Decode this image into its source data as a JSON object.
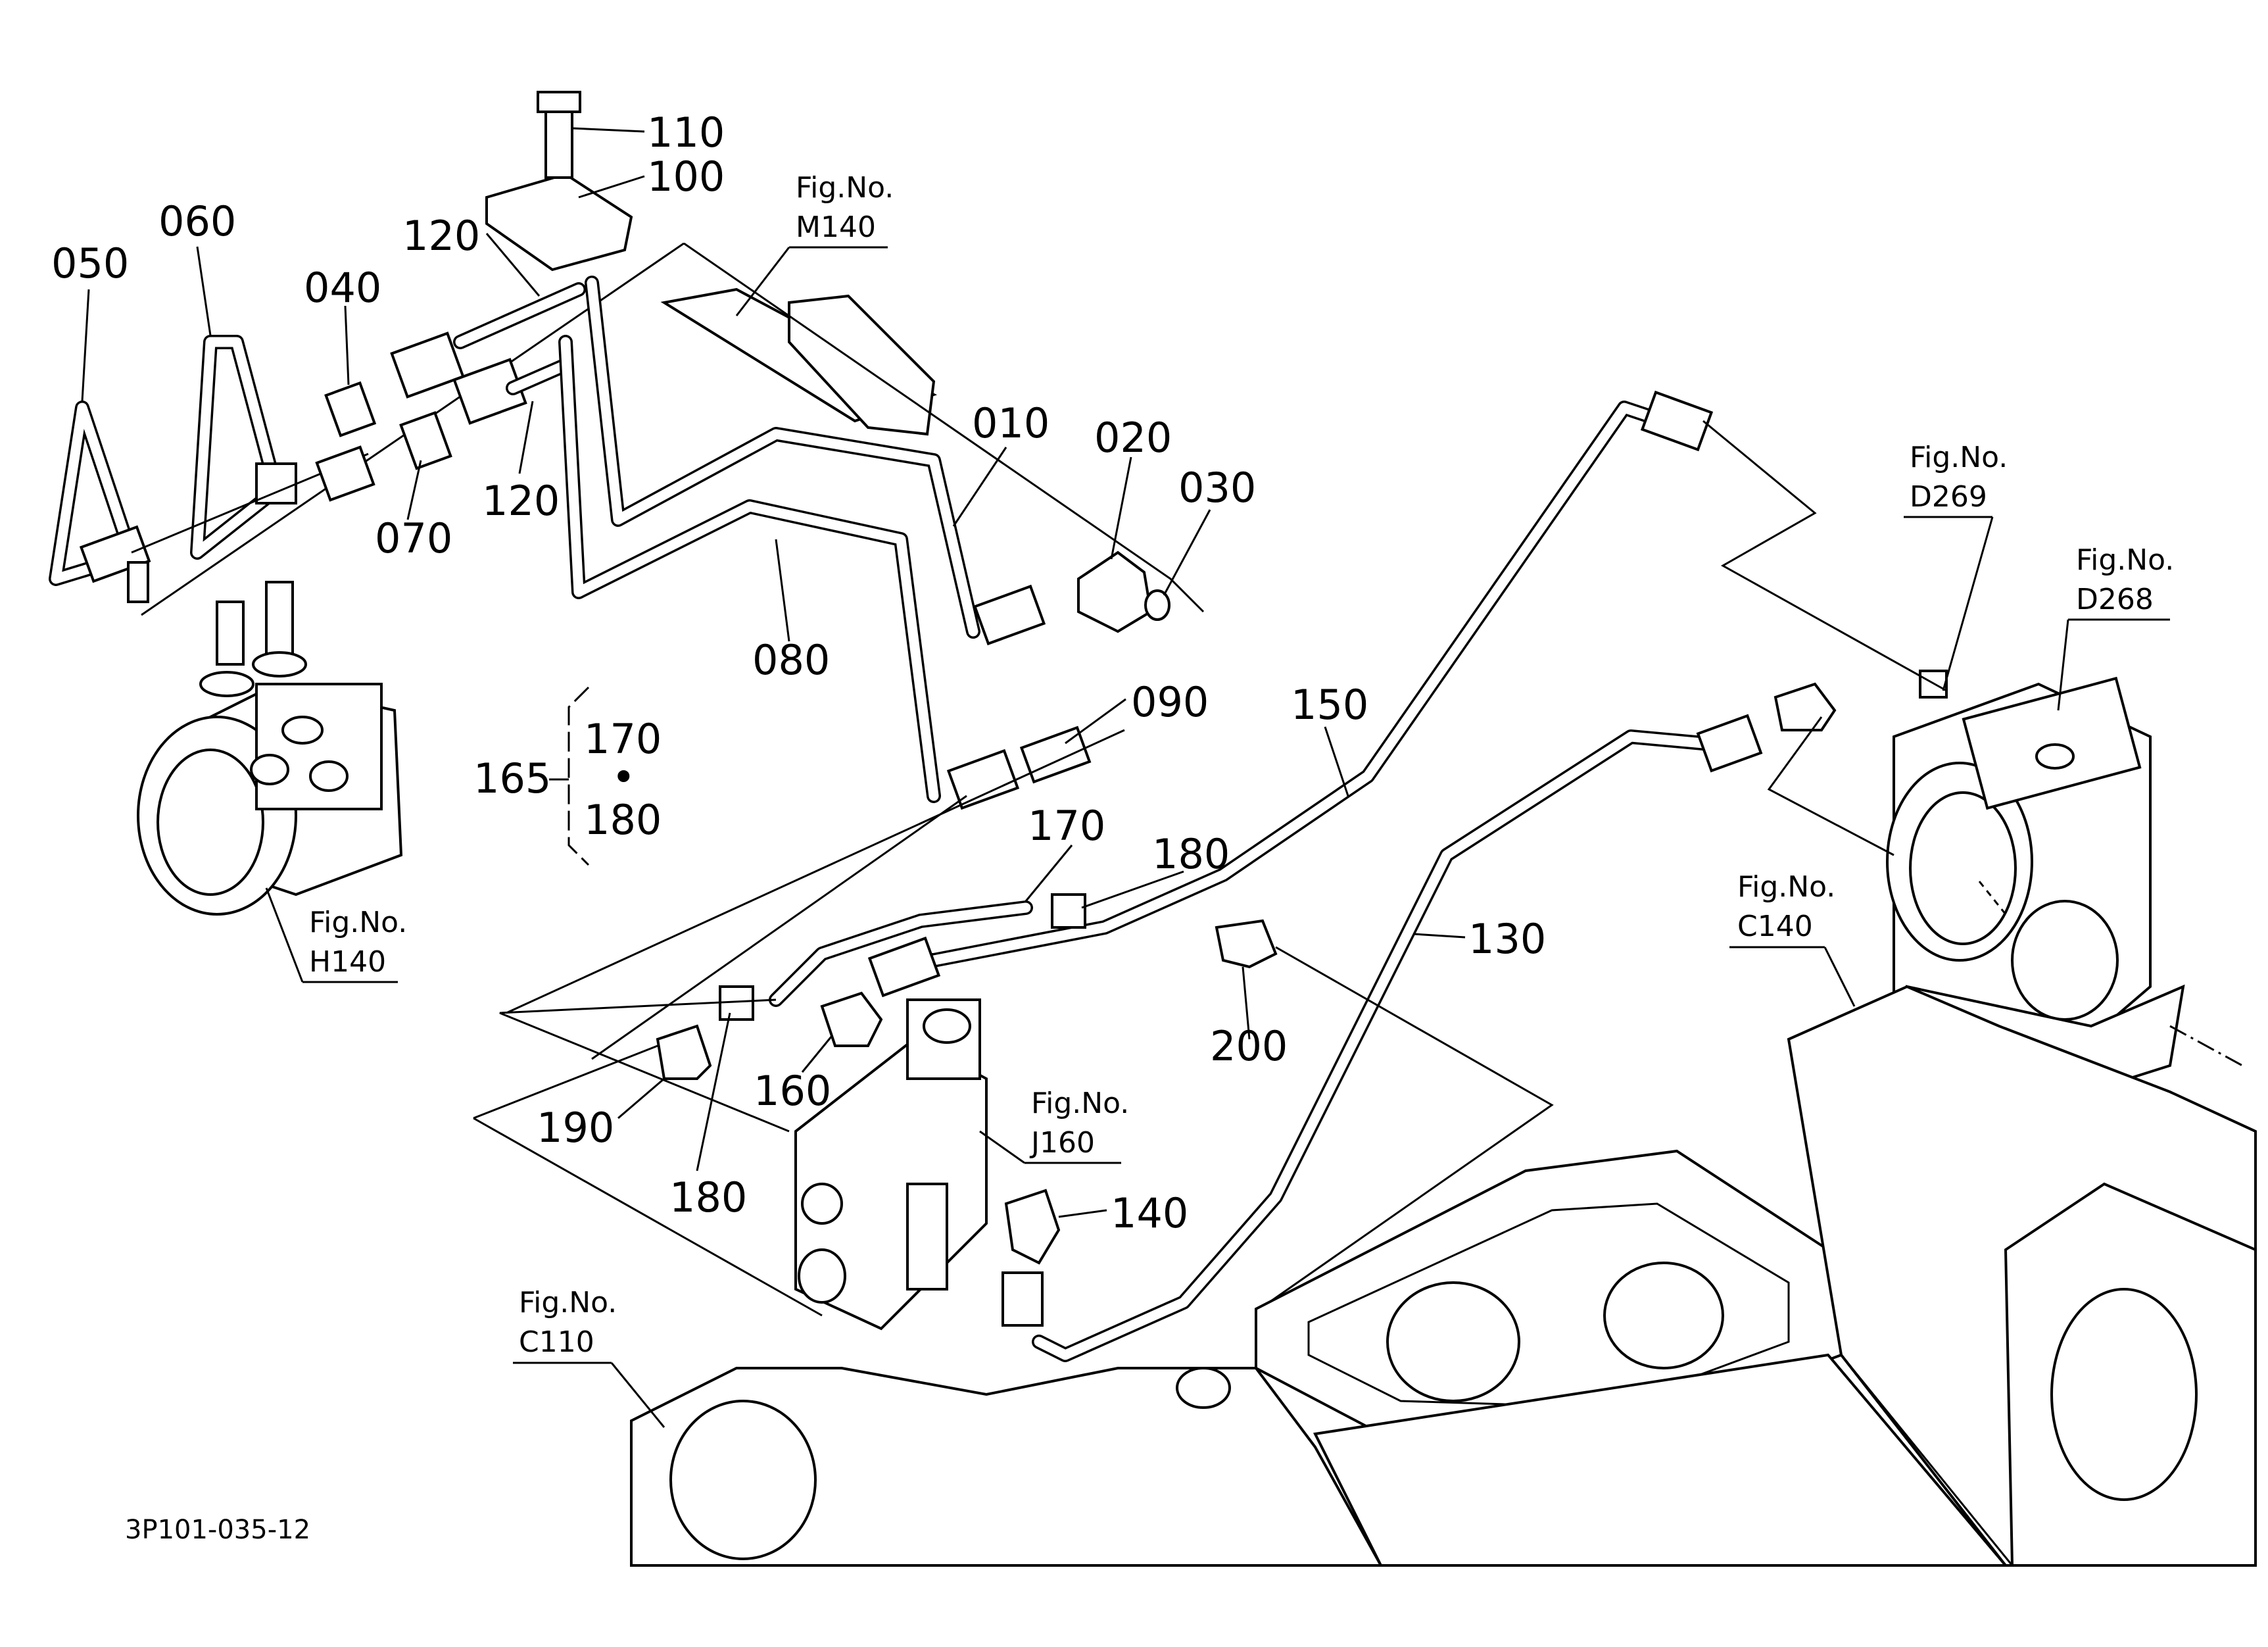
{
  "parts": [
    "010",
    "020",
    "030",
    "040",
    "050",
    "060",
    "070",
    "080",
    "090",
    "100",
    "110",
    "120",
    "120",
    "130",
    "140",
    "150",
    "160",
    "165",
    "170",
    "180",
    "170",
    "180",
    "180",
    "190",
    "200"
  ],
  "group": {
    "ref": "165",
    "items": [
      "170",
      "180"
    ],
    "separator": "•"
  },
  "figure_refs": [
    {
      "line1": "Fig.No.",
      "line2": "M140"
    },
    {
      "line1": "Fig.No.",
      "line2": "D269"
    },
    {
      "line1": "Fig.No.",
      "line2": "D268"
    },
    {
      "line1": "Fig.No.",
      "line2": "H140"
    },
    {
      "line1": "Fig.No.",
      "line2": "C140"
    },
    {
      "line1": "Fig.No.",
      "line2": "J160"
    },
    {
      "line1": "Fig.No.",
      "line2": "C110"
    }
  ],
  "drawing_code": "3P101-035-12"
}
